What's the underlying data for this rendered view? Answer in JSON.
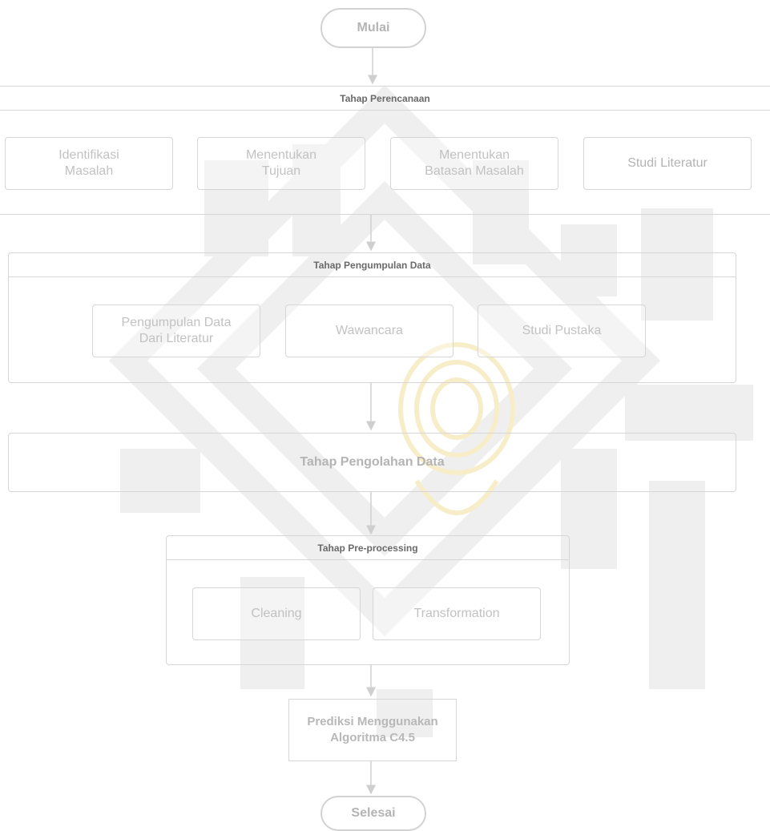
{
  "start": "Mulai",
  "end": "Selesai",
  "planning": {
    "title": "Tahap Perencanaan",
    "steps": [
      "Identifikasi\nMasalah",
      "Menentukan\nTujuan",
      "Menentukan\nBatasan Masalah",
      "Studi Literatur"
    ]
  },
  "collection": {
    "title": "Tahap Pengumpulan Data",
    "steps": [
      "Pengumpulan Data\nDari Literatur",
      "Wawancara",
      "Studi Pustaka"
    ]
  },
  "processing": {
    "title": "Tahap Pengolahan Data"
  },
  "preprocessing": {
    "title": "Tahap Pre-processing",
    "steps": [
      "Cleaning",
      "Transformation"
    ]
  },
  "prediction": "Prediksi Menggunakan\nAlgoritma C4.5",
  "colors": {
    "stroke": "#d6d6d6",
    "text_light": "#c2c2c2",
    "header_text": "#6a6a6a",
    "watermark": "#efefef",
    "watermark_gold": "#f7eec9"
  }
}
